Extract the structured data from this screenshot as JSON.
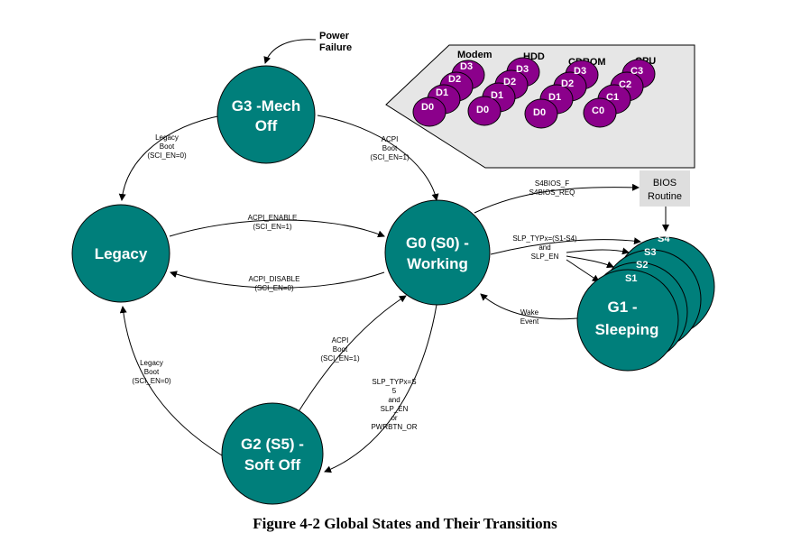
{
  "colors": {
    "state_fill": "#007f7b",
    "device_fill": "#8b008b",
    "panel_fill": "#e6e6e6",
    "bios_fill": "#dedede"
  },
  "states": {
    "g3_line1": "G3 -Mech",
    "g3_line2": "Off",
    "legacy": "Legacy",
    "g0_line1": "G0 (S0) -",
    "g0_line2": "Working",
    "g2_line1": "G2 (S5) -",
    "g2_line2": "Soft Off",
    "g1_line1": "G1 -",
    "g1_line2": "Sleeping"
  },
  "power_failure": {
    "line1": "Power",
    "line2": "Failure"
  },
  "sleep_states": [
    "S4",
    "S3",
    "S2",
    "S1"
  ],
  "bios_routine": {
    "line1": "BIOS",
    "line2": "Routine"
  },
  "devices": {
    "modem": {
      "header": "Modem",
      "states": [
        "D3",
        "D2",
        "D1",
        "D0"
      ]
    },
    "hdd": {
      "header": "HDD",
      "states": [
        "D3",
        "D2",
        "D1",
        "D0"
      ]
    },
    "cdrom": {
      "header": "CDROM",
      "states": [
        "D3",
        "D2",
        "D1",
        "D0"
      ]
    },
    "cpu": {
      "header": "CPU",
      "states": [
        "C3",
        "C2",
        "C1",
        "C0"
      ]
    }
  },
  "transitions": {
    "g3_legacy": [
      "Legacy",
      "Boot",
      "(SCI_EN=0)"
    ],
    "g3_g0": [
      "ACPI",
      "Boot",
      "(SCI_EN=1)"
    ],
    "acpi_enable": [
      "ACPI_ENABLE",
      "(SCI_EN=1)"
    ],
    "acpi_disable": [
      "ACPI_DISABLE",
      "(SCI_EN=0)"
    ],
    "g2_legacy": [
      "Legacy",
      "Boot",
      "(SCI_EN=0)"
    ],
    "g2_g0": [
      "ACPI",
      "Boot",
      "(SCI_EN=1)"
    ],
    "g0_g2": [
      "SLP_TYPx=S",
      "5",
      "and",
      "SLP_EN",
      "or",
      "PWRBTN_OR"
    ],
    "s4bios": [
      "S4BIOS_F",
      "S4BIOS_REQ"
    ],
    "slp_typ": [
      "SLP_TYPx=(S1-S4)",
      "and",
      "SLP_EN"
    ],
    "wake": [
      "Wake",
      "Event"
    ]
  },
  "caption": "Figure 4-2  Global States and Their Transitions"
}
